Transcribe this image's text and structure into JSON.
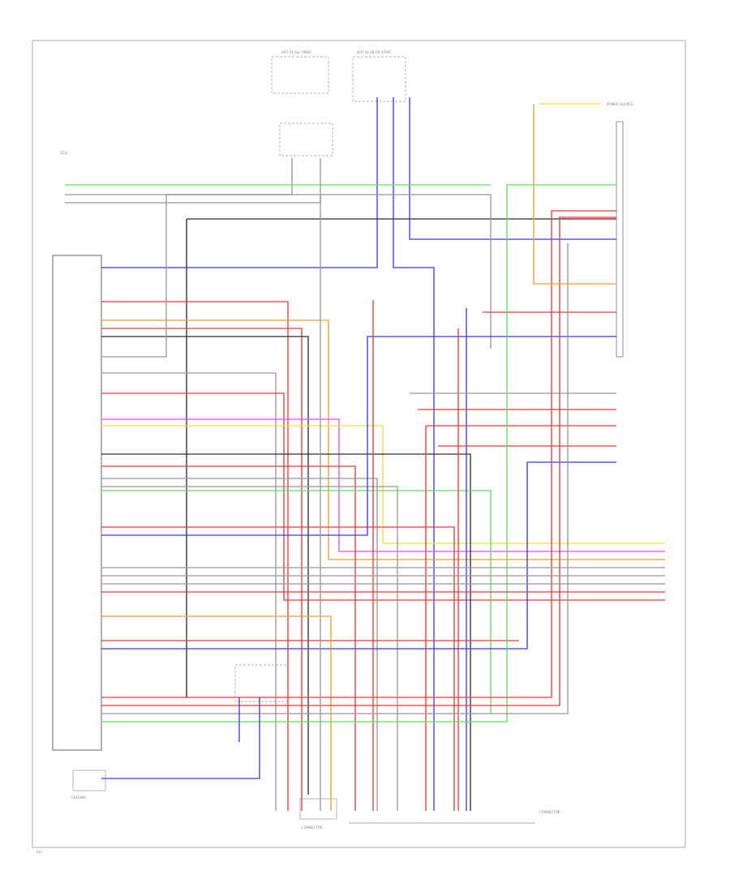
{
  "diagram": {
    "module_labels": {
      "top_left_fuse": "HOT AT ALL TIMES",
      "top_mid_fuse": "HOT IN ON OR START",
      "right_module": "POWER SOURCE",
      "left_module_note": "ECU"
    },
    "wire_color_names": {
      "blue": "BLU",
      "red": "RED",
      "pink": "PNK",
      "orange": "ORN",
      "yellow": "YEL",
      "green": "GRN",
      "gray": "GRY",
      "black": "BLK"
    },
    "colors": {
      "blue": "#3c3cf0",
      "red": "#f03c3c",
      "pink": "#f050f0",
      "orange": "#f5a030",
      "yellow": "#f0e040",
      "green": "#60e060",
      "gray": "#9a9a9a",
      "black": "#333333",
      "frame": "#aaaaaa"
    },
    "bottom_labels": {
      "left_ground": "GROUND",
      "mid_connector": "CONNECTOR",
      "right_connector": "CONNECTOR"
    },
    "footer": "ALL"
  }
}
